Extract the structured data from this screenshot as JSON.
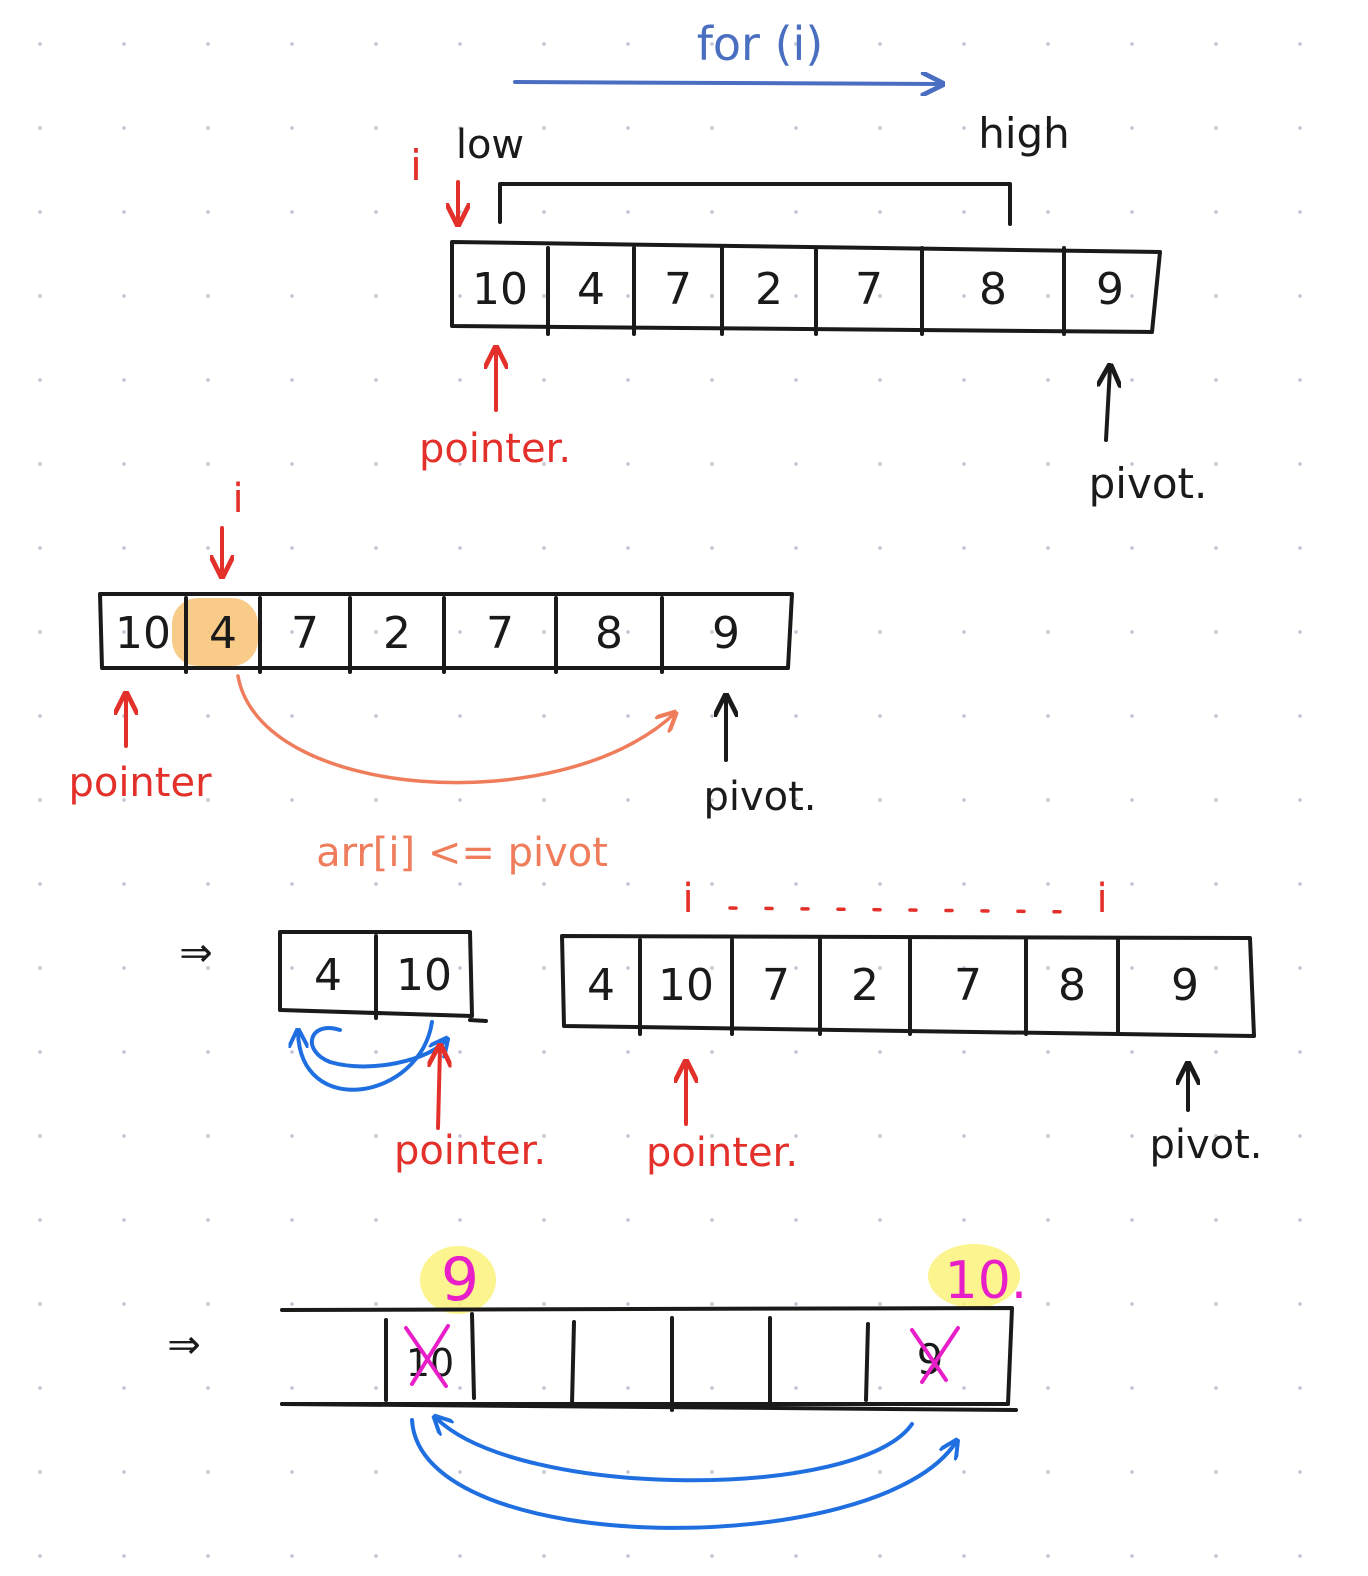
{
  "header": {
    "loop_label": "for (i)",
    "low_label": "low",
    "high_label": "high",
    "i_label": "i"
  },
  "step1": {
    "cells": [
      "10",
      "4",
      "7",
      "2",
      "7",
      "8",
      "9"
    ],
    "pointer_label": "pointer.",
    "pivot_label": "pivot."
  },
  "step2": {
    "cells": [
      "10",
      "4",
      "7",
      "2",
      "7",
      "8",
      "9"
    ],
    "i_label": "i",
    "pointer_label": "pointer",
    "pivot_label": "pivot.",
    "condition": "arr[i] <= pivot"
  },
  "step3": {
    "arrow": "⇒",
    "swap_cells": [
      "4",
      "10"
    ],
    "swap_pointer_label": "pointer.",
    "cells": [
      "4",
      "10",
      "7",
      "2",
      "7",
      "8",
      "9"
    ],
    "i_start_label": "i",
    "i_end_label": "i",
    "pointer_label": "pointer.",
    "pivot_label": "pivot."
  },
  "step4": {
    "arrow": "⇒",
    "crossed_left": "10",
    "new_left": "9",
    "crossed_right": "9",
    "new_right": "10."
  },
  "colors": {
    "ink": "#1a1a1a",
    "pointer_red": "#e4302a",
    "condition_orange": "#ef7d5c",
    "loop_blue": "#4a6fc0",
    "swap_blue": "#1f6fe0",
    "highlight_orange": "#f8c57c",
    "highlight_yellow": "#fbf27a",
    "magenta": "#e81ec8"
  }
}
